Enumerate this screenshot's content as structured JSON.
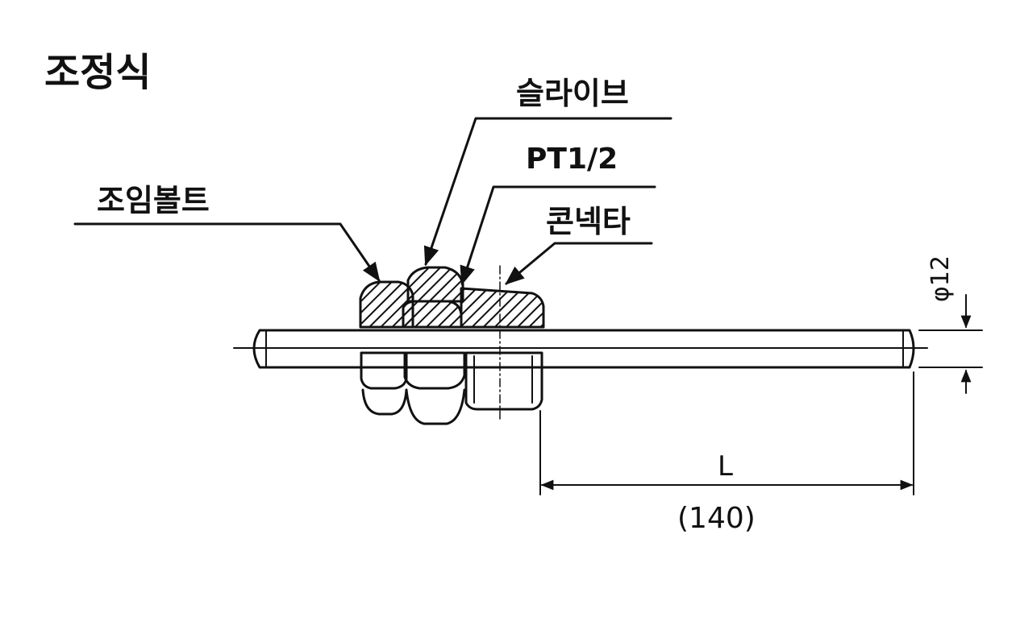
{
  "diagram": {
    "title": "조정식",
    "callouts": {
      "sleeve": "슬라이브",
      "thread": "PT1/2",
      "union_bolt": "조임볼트",
      "connector": "콘넥타"
    },
    "dimensions": {
      "length_symbol": "L",
      "length_value": "(140)",
      "diameter": "φ12"
    },
    "colors": {
      "line": "#111111",
      "background": "#ffffff"
    }
  }
}
